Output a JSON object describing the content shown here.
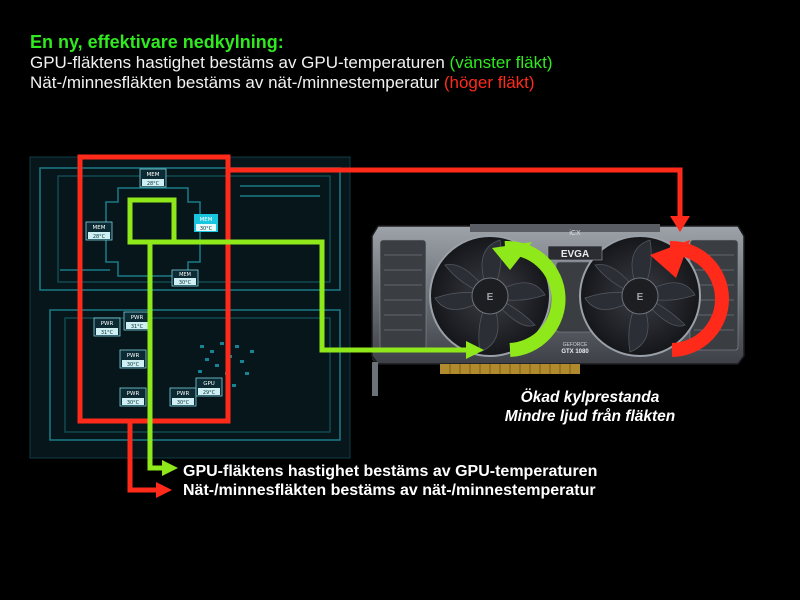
{
  "header": {
    "title": "En ny, effektivare nedkylning:",
    "line1_main": "GPU-fläktens hastighet bestäms av GPU-temperaturen",
    "line1_note": "(vänster fläkt)",
    "line2_main": "Nät-/minnesfläkten bestäms av nät-/minnestemperatur",
    "line2_note": "(höger fläkt)"
  },
  "pcb": {
    "sensors": [
      {
        "type": "MEM",
        "temp": "28°C"
      },
      {
        "type": "MEM",
        "temp": "28°C"
      },
      {
        "type": "MEM",
        "temp": "30°C"
      },
      {
        "type": "MEM",
        "temp": "30°C"
      },
      {
        "type": "PWR",
        "temp": "31°C"
      },
      {
        "type": "PWR",
        "temp": "31°C"
      },
      {
        "type": "PWR",
        "temp": "30°C"
      },
      {
        "type": "PWR",
        "temp": "30°C"
      },
      {
        "type": "PWR",
        "temp": "30°C"
      },
      {
        "type": "GPU",
        "temp": "29°C"
      }
    ]
  },
  "card": {
    "top_label": "iCX",
    "brand": "EVGA",
    "model_line1": "GEFORCE",
    "model_line2": "GTX 1080"
  },
  "performance": {
    "line1": "Ökad kylprestanda",
    "line2": "Mindre ljud från fläkten"
  },
  "bottom": {
    "line1": "GPU-fläktens hastighet bestäms av GPU-temperaturen",
    "line2": "Nät-/minnesfläkten bestäms av nät-/minnestemperatur"
  },
  "colors": {
    "green": "#8fe81a",
    "red": "#ff2a1a",
    "title_green": "#2eea1e",
    "pcb_line": "#1e8c9a",
    "sensor_cyan": "#18c6df"
  }
}
